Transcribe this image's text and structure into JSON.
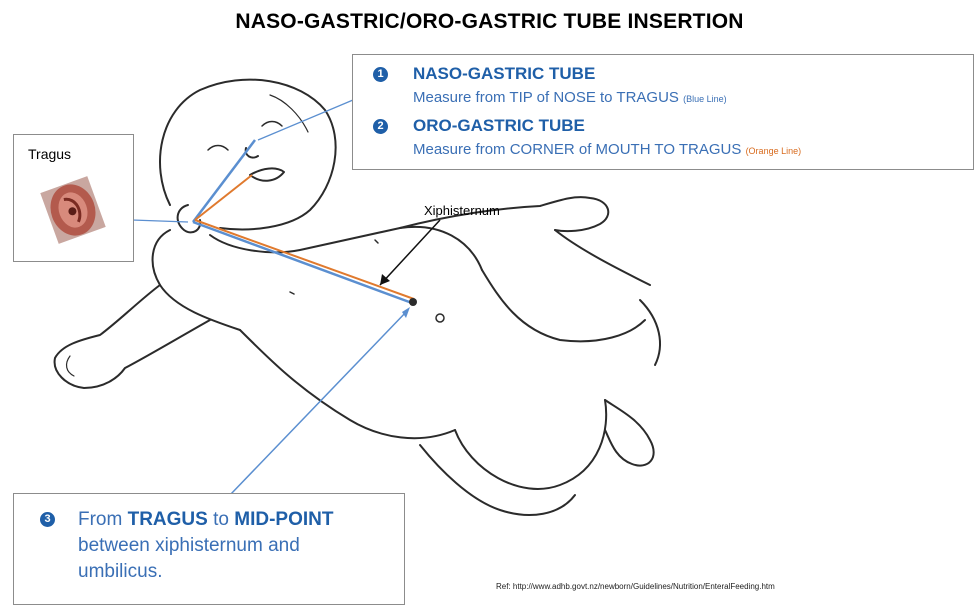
{
  "title": "NASO-GASTRIC/ORO-GASTRIC TUBE INSERTION",
  "measure_box": {
    "item1": {
      "number": "1",
      "heading": "NASO-GASTRIC TUBE",
      "description": "Measure from TIP of NOSE to TRAGUS",
      "note": "(Blue Line)"
    },
    "item2": {
      "number": "2",
      "heading": "ORO-GASTRIC TUBE",
      "description": "Measure from CORNER of MOUTH TO TRAGUS",
      "note": "(Orange Line)"
    }
  },
  "tragus_label": "Tragus",
  "xiphisternum_label": "Xiphisternum",
  "step3": {
    "number": "3",
    "from": "From",
    "tragus": "TRAGUS",
    "to": "to",
    "midpoint": "MID-POINT",
    "rest": "between xiphisternum and umbilicus."
  },
  "reference": "Ref: http://www.adhb.govt.nz/newborn/Guidelines/Nutrition/EnteralFeeding.htm",
  "colors": {
    "blue_line": "#5b8fd0",
    "orange_line": "#e07a2e",
    "heading_blue": "#1f5fa8"
  }
}
